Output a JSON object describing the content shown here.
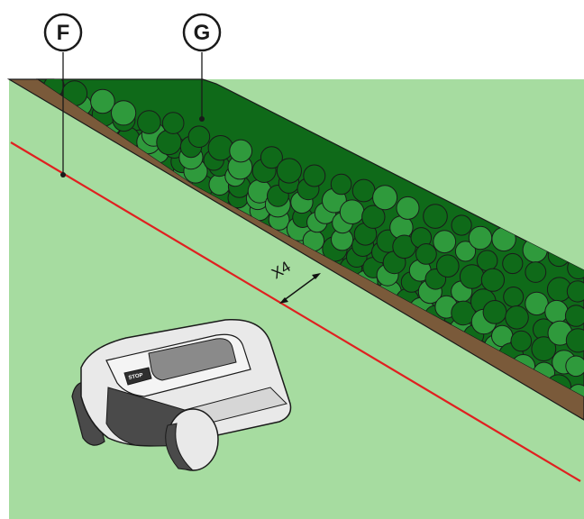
{
  "callouts": {
    "boundary_wire": "F",
    "hedge": "G"
  },
  "dimension": {
    "label": "X4"
  },
  "robot": {
    "button_label": "STOP"
  },
  "colors": {
    "lawn": "#a6dca0",
    "hedge_dark": "#0f6a19",
    "hedge_light": "#2f9a3c",
    "soil": "#7a5a3a",
    "boundary_wire": "#e02020",
    "robot_body": "#e9e9e9",
    "robot_dark": "#4a4a4a",
    "outline": "#1a1a1a"
  }
}
